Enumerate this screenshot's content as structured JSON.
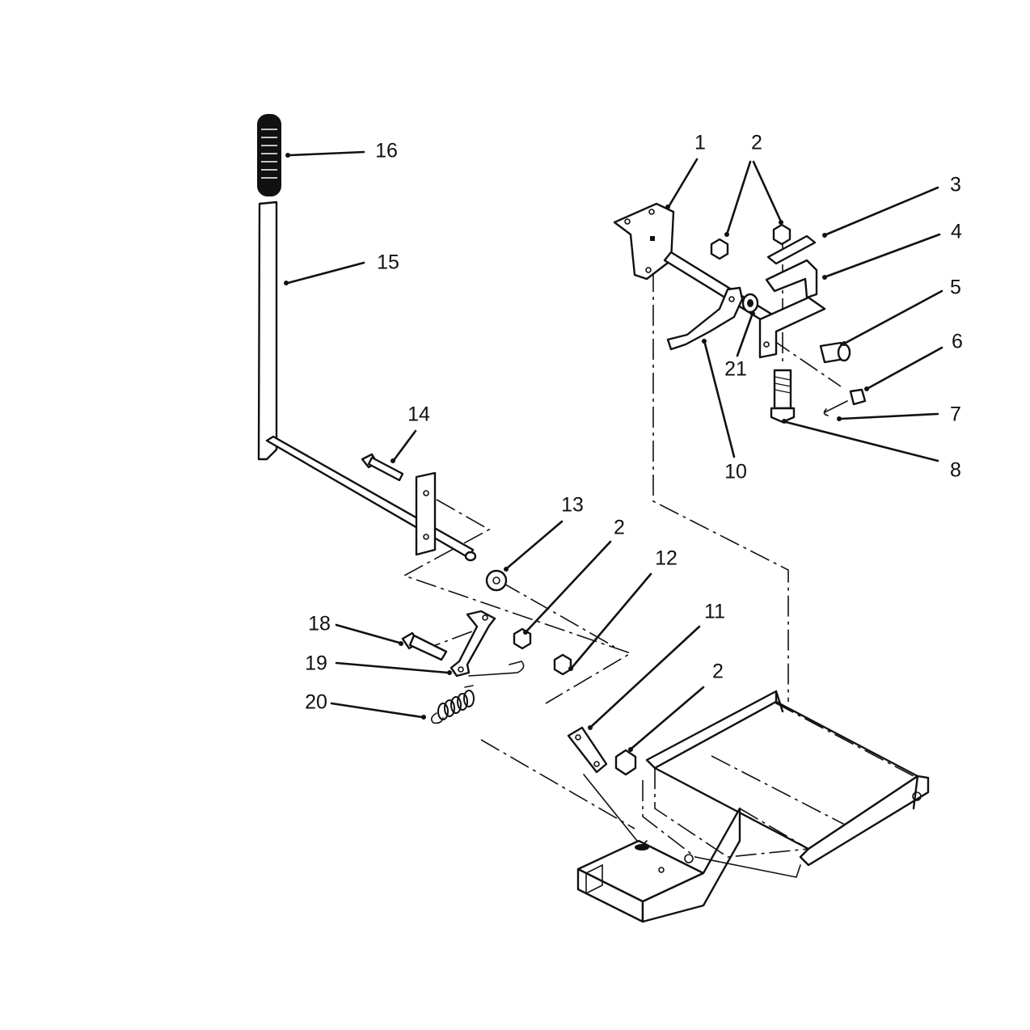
{
  "diagram": {
    "type": "exploded parts diagram",
    "callouts": [
      {
        "id": "c1",
        "label": "1"
      },
      {
        "id": "c2a",
        "label": "2"
      },
      {
        "id": "c2b",
        "label": "2"
      },
      {
        "id": "c2c",
        "label": "2"
      },
      {
        "id": "c3",
        "label": "3"
      },
      {
        "id": "c4",
        "label": "4"
      },
      {
        "id": "c5",
        "label": "5"
      },
      {
        "id": "c6",
        "label": "6"
      },
      {
        "id": "c7",
        "label": "7"
      },
      {
        "id": "c8",
        "label": "8"
      },
      {
        "id": "c10",
        "label": "10"
      },
      {
        "id": "c11",
        "label": "11"
      },
      {
        "id": "c12",
        "label": "12"
      },
      {
        "id": "c13",
        "label": "13"
      },
      {
        "id": "c14",
        "label": "14"
      },
      {
        "id": "c15",
        "label": "15"
      },
      {
        "id": "c16",
        "label": "16"
      },
      {
        "id": "c18",
        "label": "18"
      },
      {
        "id": "c19",
        "label": "19"
      },
      {
        "id": "c20",
        "label": "20"
      },
      {
        "id": "c21",
        "label": "21"
      }
    ]
  },
  "colors": {
    "ink": "#111111",
    "paper": "#ffffff"
  }
}
